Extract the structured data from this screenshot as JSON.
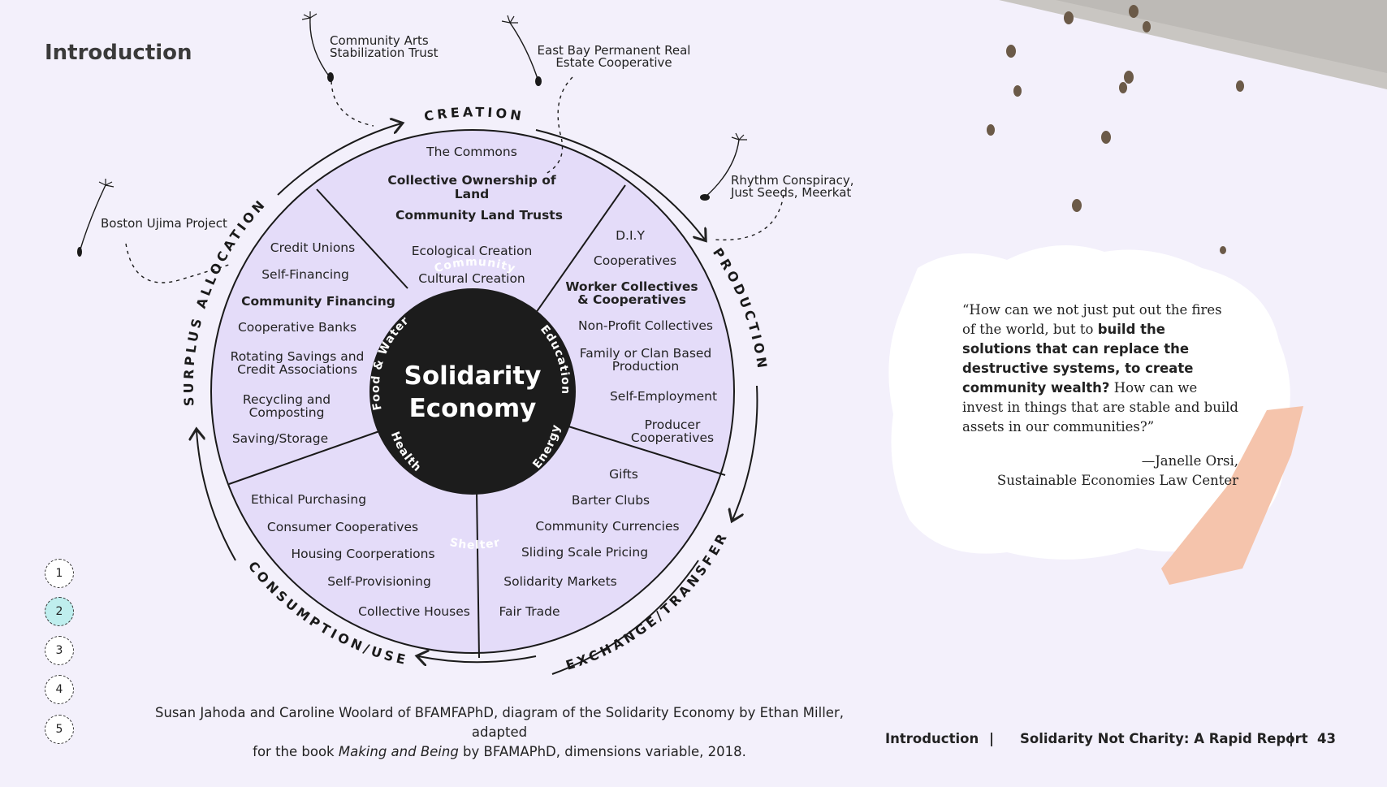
{
  "page": {
    "title": "Introduction"
  },
  "hub": {
    "line1": "Solidarity",
    "line2": "Economy",
    "ring": [
      "Community",
      "Education",
      "Energy",
      "Shelter",
      "Health",
      "Food & Water"
    ]
  },
  "ring_labels": {
    "creation": "CREATION",
    "production": "PRODUCTION",
    "exchange": "EXCHANGE/TRANSFER",
    "consumption": "CONSUMPTION/USE",
    "surplus": "SURPLUS ALLOCATION"
  },
  "wedges": {
    "creation": [
      "The Commons",
      "Collective Ownership of",
      "Land",
      "Community Land Trusts",
      "Ecological Creation",
      "Cultural Creation"
    ],
    "production": [
      "D.I.Y",
      "Cooperatives",
      "Worker Collectives",
      "& Cooperatives",
      "Non-Profit Collectives",
      "Family or Clan Based",
      "Production",
      "Self-Employment",
      "Producer",
      "Cooperatives"
    ],
    "exchange": [
      "Gifts",
      "Barter Clubs",
      "Community Currencies",
      "Sliding Scale Pricing",
      "Solidarity Markets",
      "Fair Trade"
    ],
    "consumption": [
      "Ethical Purchasing",
      "Consumer Cooperatives",
      "Housing Coorperations",
      "Self-Provisioning",
      "Collective Houses"
    ],
    "surplus": [
      "Credit Unions",
      "Self-Financing",
      "Community Financing",
      "Cooperative Banks",
      "Rotating Savings and",
      "Credit Associations",
      "Recycling and",
      "Composting",
      "Saving/Storage"
    ]
  },
  "examples": {
    "arts": [
      "Community Arts",
      "Stabilization Trust"
    ],
    "eastbay": [
      "East Bay Permanent Real",
      "Estate Cooperative"
    ],
    "rhythm": [
      "Rhythm Conspiracy,",
      "Just Seeds, Meerkat"
    ],
    "boston": [
      "Boston Ujima Project"
    ]
  },
  "nav": [
    "1",
    "2",
    "3",
    "4",
    "5"
  ],
  "caption": {
    "line1": "Susan Jahoda and Caroline Woolard of BFAMFAPhD, diagram of the Solidarity Economy by Ethan Miller, adapted",
    "line2_a": "for the book ",
    "line2_italic": "Making and Being",
    "line2_b": " by BFAMAPhD, dimensions variable, 2018."
  },
  "quote": {
    "open": "“How can we not just put out the fires of the world, but to ",
    "bold": "build the solutions that can replace the destructive systems, to create community wealth?",
    "close": " How can we invest in things that are stable and build assets in our communities?”",
    "author": "—Janelle Orsi,",
    "org": "Sustainable Economies Law Center"
  },
  "footer": {
    "section": "Introduction",
    "sep": "|",
    "report": "Solidarity Not Charity: A Rapid Report",
    "page": "43"
  },
  "colors": {
    "wedge": "#e4dcf9",
    "hub": "#1c1c1c",
    "nav_active": "#bfeeee",
    "paper_tear": "#f4c1a8"
  }
}
